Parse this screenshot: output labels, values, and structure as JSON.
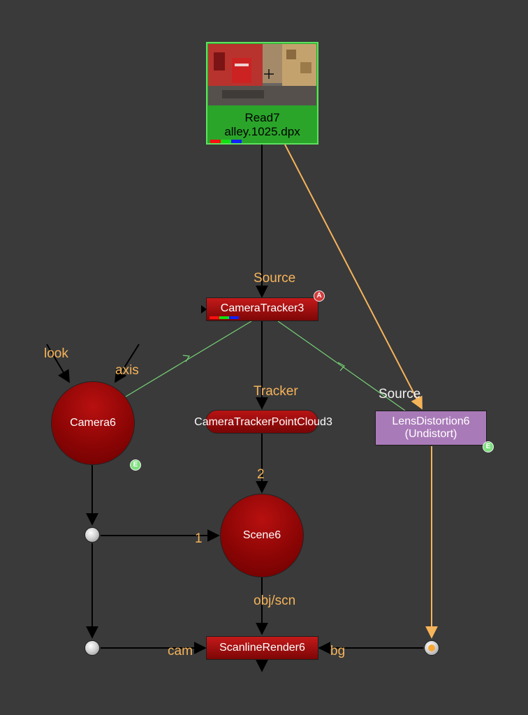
{
  "nodes": {
    "read": {
      "name": "Read7",
      "file": "alley.1025.dpx"
    },
    "camera_tracker": {
      "name": "CameraTracker3",
      "badge": "A"
    },
    "camera": {
      "name": "Camera6",
      "badge": "E"
    },
    "point_cloud": {
      "name": "CameraTrackerPointCloud3"
    },
    "lens": {
      "name": "LensDistortion6",
      "mode": "(Undistort)",
      "badge": "E"
    },
    "scene": {
      "name": "Scene6"
    },
    "scanline": {
      "name": "ScanlineRender6"
    }
  },
  "inputs": {
    "tracker_source": "Source",
    "camera_look": "look",
    "camera_axis": "axis",
    "cloud_tracker": "Tracker",
    "lens_source": "Source",
    "scene_in_2": "2",
    "scene_in_1": "1",
    "render_obj": "obj/scn",
    "render_cam": "cam",
    "render_bg": "bg"
  },
  "colors": {
    "background": "#3a3a3a",
    "read_node": "#2aa52a",
    "node_red": "#a00a0a",
    "lens_node": "#a97ab8",
    "pipe_default": "#000000",
    "pipe_source": "#f6b45a",
    "pipe_tracker": "#76d176",
    "label": "#f6b45a"
  }
}
